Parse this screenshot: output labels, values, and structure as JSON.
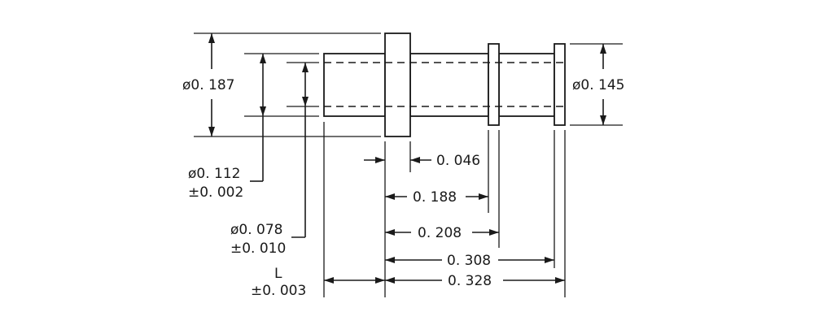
{
  "dimensions": {
    "dia_187": "ø0. 187",
    "dia_145": "ø0. 145",
    "dia_112": "ø0. 112",
    "tol_112": "±0. 002",
    "dia_078": "ø0. 078",
    "tol_078": "±0. 010",
    "len_046": "0. 046",
    "len_188": "0. 188",
    "len_208": "0. 208",
    "len_308": "0. 308",
    "len_328": "0. 328",
    "len_L": "L",
    "tol_L": "±0. 003"
  }
}
